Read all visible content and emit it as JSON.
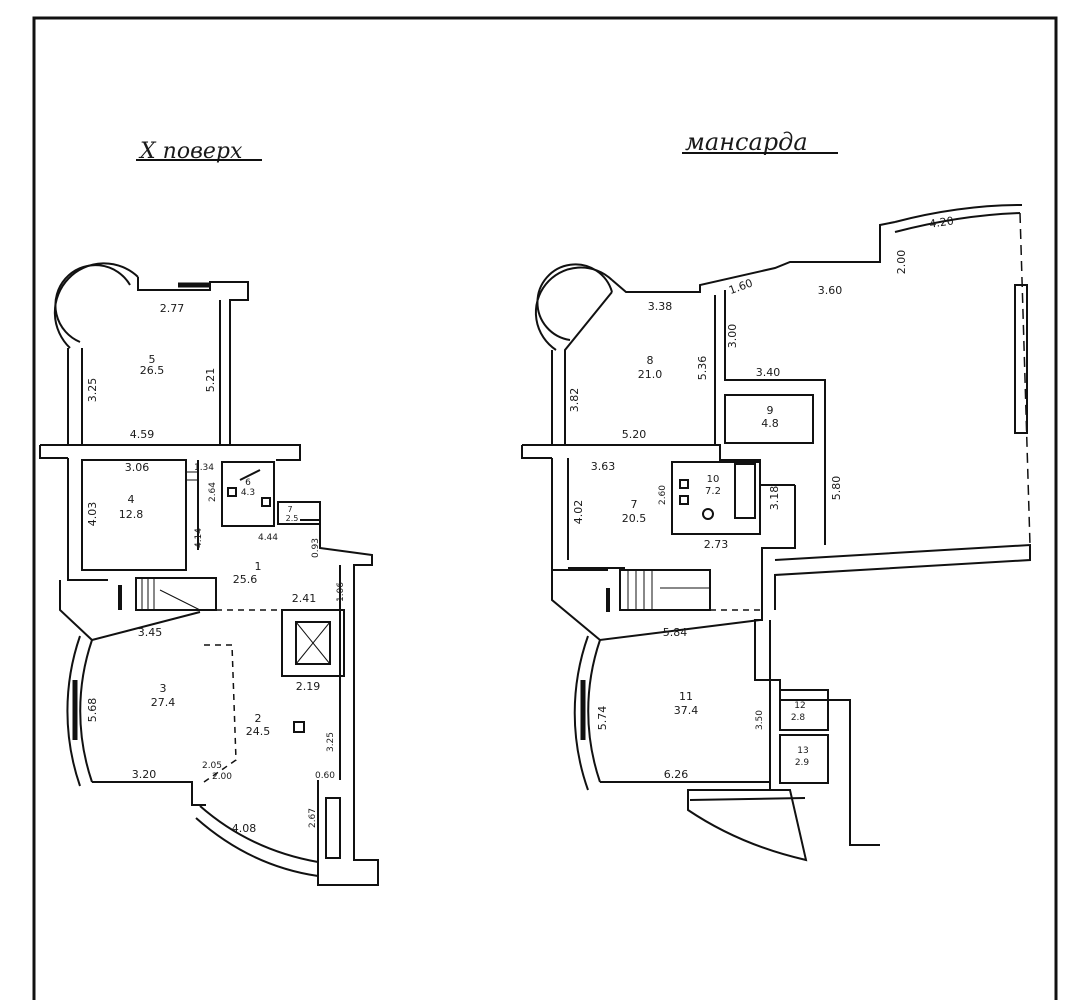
{
  "titles": {
    "left": "X поверх",
    "right": "мансарда"
  },
  "left_plan": {
    "rooms": [
      {
        "number": "5",
        "area": "26.5"
      },
      {
        "number": "4",
        "area": "12.8"
      },
      {
        "number": "6",
        "area": "4.3"
      },
      {
        "number": "7",
        "area": "2.5"
      },
      {
        "number": "1",
        "area": "25.6"
      },
      {
        "number": "3",
        "area": "27.4"
      },
      {
        "number": "2",
        "area": "24.5"
      }
    ],
    "dimensions": [
      "2.77",
      "3.25",
      "5.21",
      "4.59",
      "3.06",
      "1.34",
      "4.03",
      "2.64",
      "4.14",
      "4.44",
      "0.93",
      "1.06",
      "2.41",
      "3.45",
      "5.68",
      "2.19",
      "3.20",
      "2.05",
      "2.00",
      "4.08",
      "3.25",
      "0.60",
      "2.67"
    ]
  },
  "right_plan": {
    "rooms": [
      {
        "number": "8",
        "area": "21.0"
      },
      {
        "number": "9",
        "area": "4.8"
      },
      {
        "number": "7",
        "area": "20.5"
      },
      {
        "number": "10",
        "area": "7.2"
      },
      {
        "number": "11",
        "area": "37.4"
      },
      {
        "number": "12",
        "area": "2.8"
      },
      {
        "number": "13",
        "area": "2.9"
      }
    ],
    "dimensions": [
      "3.38",
      "1.60",
      "3.60",
      "2.00",
      "4.20",
      "3.00",
      "5.36",
      "3.82",
      "3.40",
      "5.20",
      "3.63",
      "4.02",
      "2.60",
      "3.18",
      "5.80",
      "2.73",
      "5.84",
      "5.74",
      "3.50",
      "6.26"
    ]
  }
}
